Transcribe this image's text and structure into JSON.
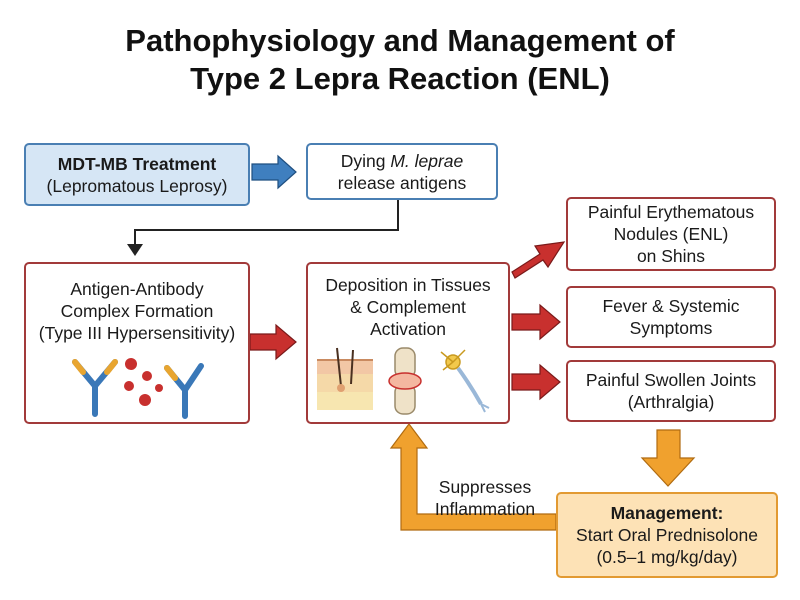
{
  "title": {
    "line1": "Pathophysiology and Management of",
    "line2": "Type 2 Lepra Reaction (ENL)"
  },
  "nodes": {
    "treatment": {
      "line1": "MDT-MB Treatment",
      "line2": "(Lepromatous Leprosy)"
    },
    "dying": {
      "line1_prefix": "Dying ",
      "line1_italic": "M. leprae",
      "line2": "release antigens"
    },
    "complex": {
      "line1": "Antigen-Antibody",
      "line2": "Complex Formation",
      "line3": "(Type III Hypersensitivity)"
    },
    "deposition": {
      "line1": "Deposition in Tissues",
      "line2": "& Complement",
      "line3": "Activation"
    },
    "nodules": {
      "line1": "Painful Erythematous",
      "line2": "Nodules (ENL)",
      "line3": "on Shins"
    },
    "fever": {
      "line1": "Fever & Systemic",
      "line2": "Symptoms"
    },
    "joints": {
      "line1": "Painful Swollen Joints",
      "line2": "(Arthralgia)"
    },
    "management": {
      "line1": "Management:",
      "line2": "Start Oral Prednisolone",
      "line3": "(0.5–1 mg/kg/day)"
    }
  },
  "edge_labels": {
    "suppresses": {
      "line1": "Suppresses",
      "line2": "Inflammation"
    }
  },
  "colors": {
    "red_arrow": "#c8302e",
    "blue_arrow": "#3f7fbf",
    "orange_arrow": "#f0a12e",
    "box_red_border": "#a23a3a",
    "box_blue_fill": "#d6e6f5",
    "box_orange_fill": "#fde2b6"
  },
  "icons": [
    "antibody-icon",
    "antigen-icon",
    "skin-icon",
    "knee-joint-icon",
    "nerve-cell-icon"
  ]
}
